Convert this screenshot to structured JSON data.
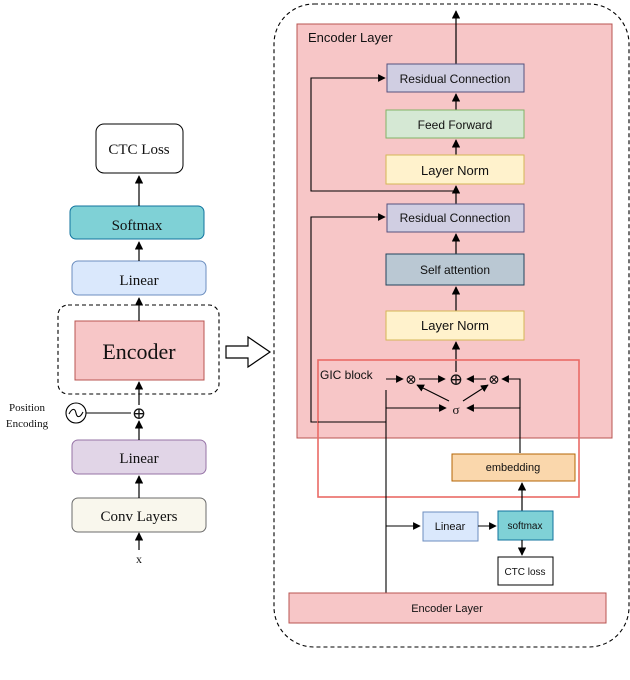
{
  "left": {
    "ctc_loss": "CTC Loss",
    "softmax": "Softmax",
    "linear_top": "Linear",
    "encoder": "Encoder",
    "position_label_1": "Position",
    "position_label_2": "Encoding",
    "linear_bottom": "Linear",
    "conv_layers": "Conv Layers",
    "input": "x"
  },
  "right": {
    "encoder_layer_title": "Encoder Layer",
    "residual_top": "Residual Connection",
    "feed_forward": "Feed Forward",
    "layer_norm_top": "Layer Norm",
    "residual_mid": "Residual Connection",
    "self_attention": "Self attention",
    "layer_norm_bottom": "Layer Norm",
    "gic_block": "GIC block",
    "sigma": "σ",
    "embedding": "embedding",
    "linear": "Linear",
    "softmax": "softmax",
    "ctc_loss": "CTC loss",
    "encoder_layer_bottom": "Encoder Layer"
  },
  "symbols": {
    "otimes": "⊗",
    "oplus": "⊕",
    "tilde": "~"
  },
  "colors": {
    "pink_fill": "#f7c6c7",
    "pink_stroke": "#b85450",
    "teal_fill": "#7fd1d6",
    "light_blue_fill": "#dae8fc",
    "lavender_fill": "#e1d5e7",
    "cream_fill": "#f9f7ed",
    "green_fill": "#d5e8d4",
    "yellow_fill": "#fff2cc",
    "purple_fill": "#d0cee2",
    "gray_fill": "#bac8d3",
    "orange_fill": "#fad7ac"
  }
}
